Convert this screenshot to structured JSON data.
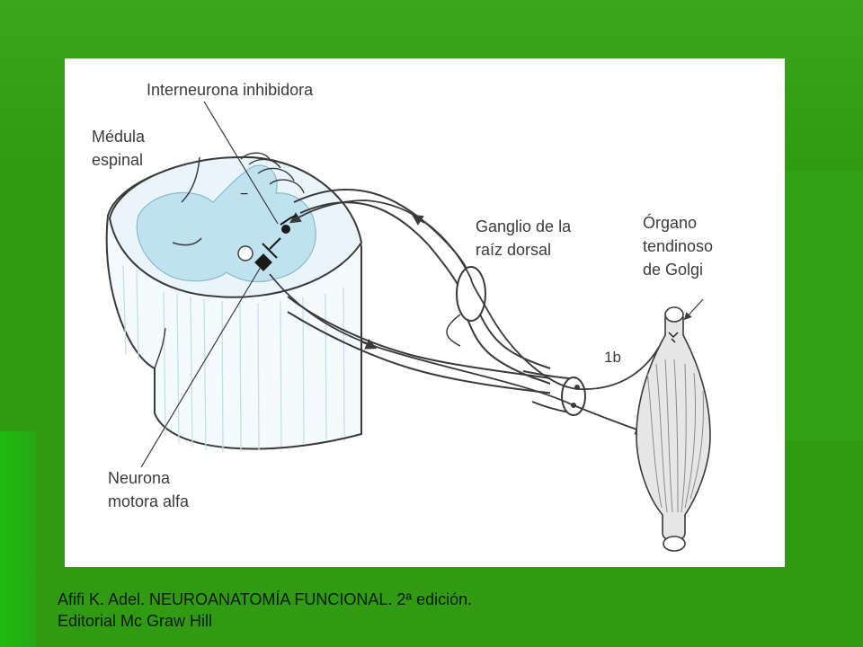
{
  "labels": {
    "interneurona": "Interneurona inhibidora",
    "medula_line1": "Médula",
    "medula_line2": "espinal",
    "ganglio_line1": "Ganglio de la",
    "ganglio_line2": "raíz dorsal",
    "organo_line1": "Órgano",
    "organo_line2": "tendinoso",
    "organo_line3": "de Golgi",
    "fiber": "1b",
    "neurona_line1": "Neurona",
    "neurona_line2": "motora alfa",
    "minus_sign": "−"
  },
  "caption": {
    "line1": "Afifi K. Adel. NEUROANATOMÍA FUNCIONAL. 2ª edición.",
    "line2": "Editorial Mc Graw Hill"
  },
  "colors": {
    "background": "#2f9a12",
    "panel": "#ffffff",
    "gray_matter": "#bfe2ef",
    "line": "#3a3a3a"
  }
}
